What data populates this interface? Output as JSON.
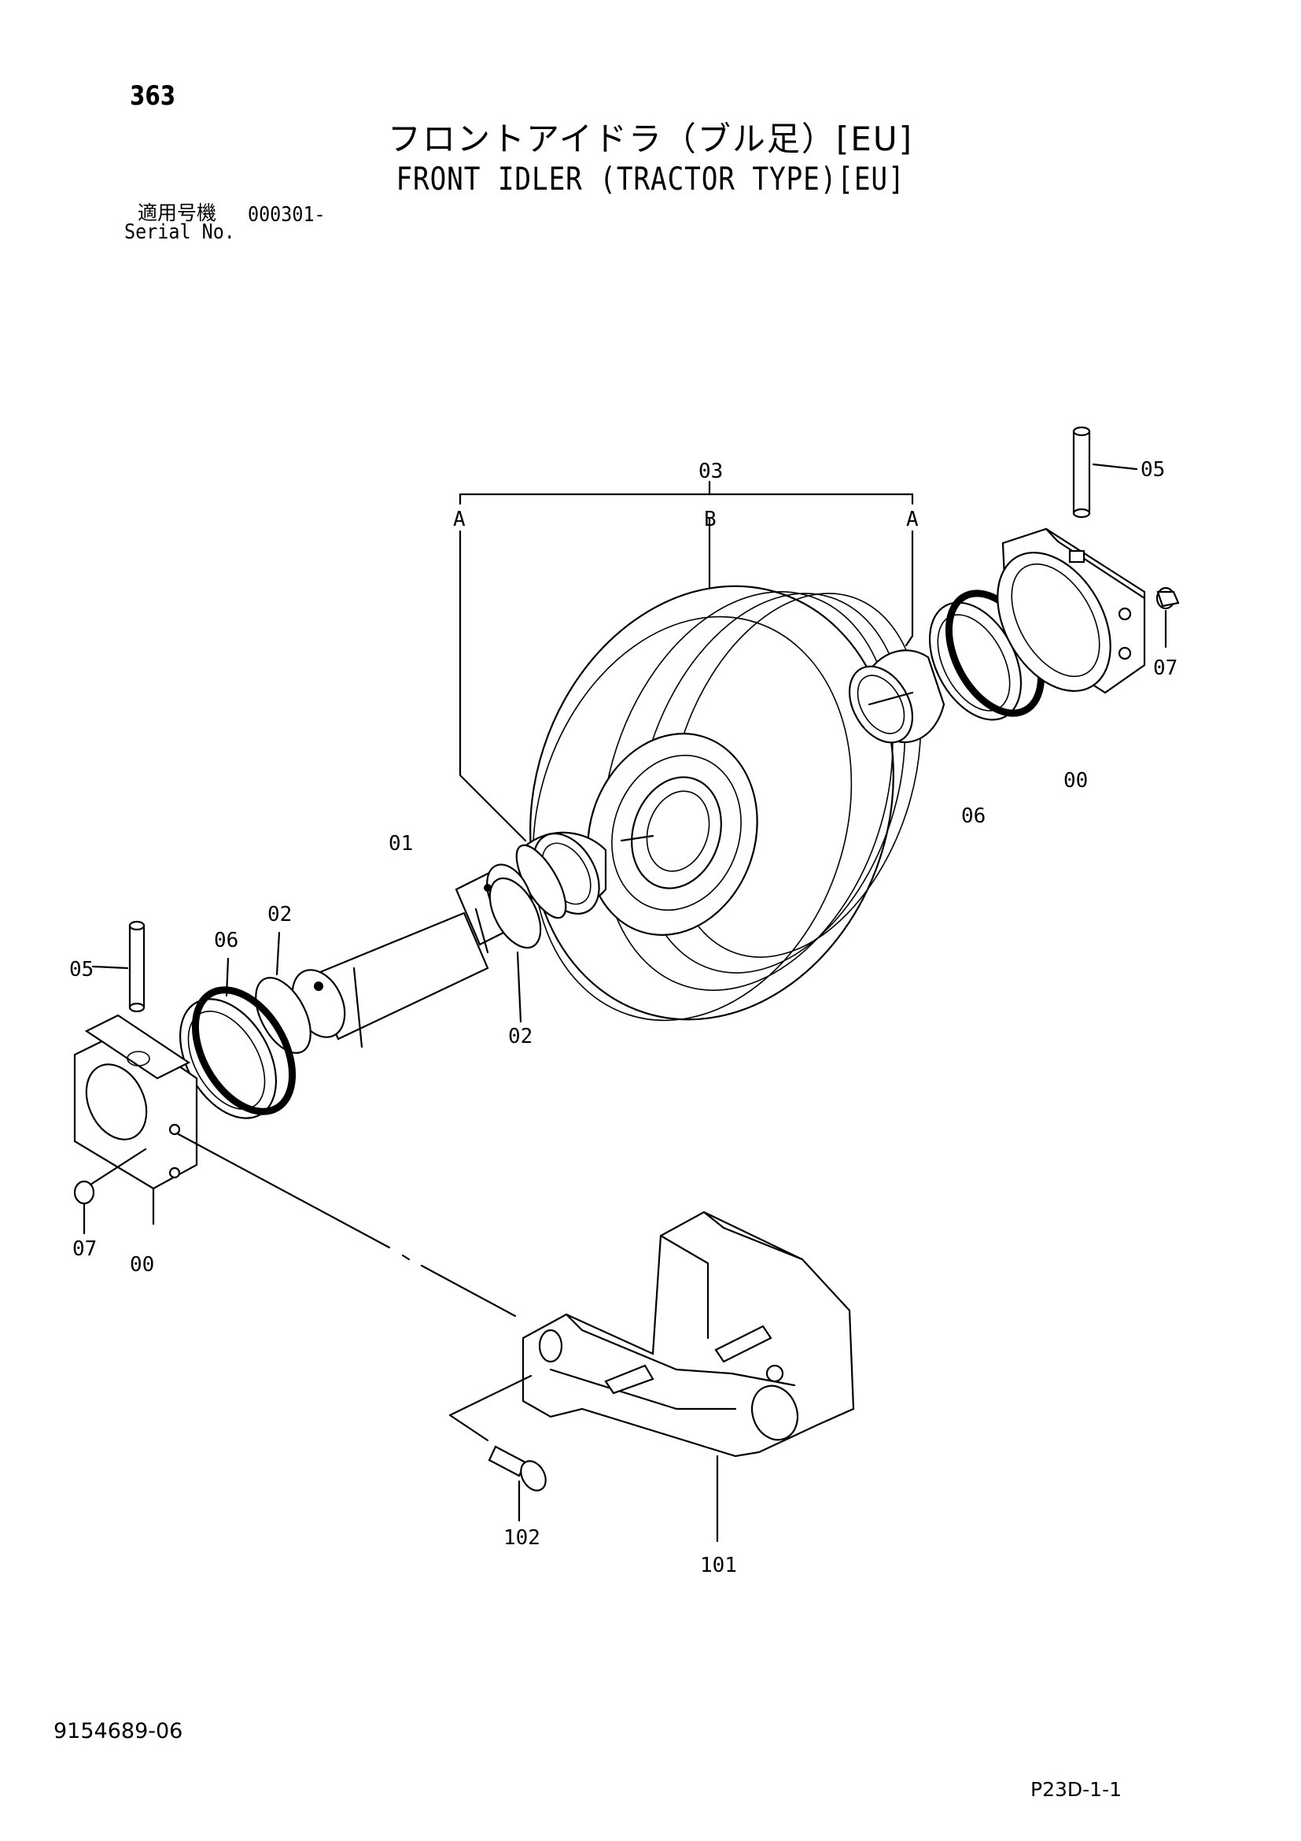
{
  "header": {
    "page_number": "363",
    "title_ja": "フロントアイドラ（ブル足）[EU]",
    "title_en": "FRONT IDLER (TRACTOR TYPE)[EU]",
    "serial_label_ja": "適用号機",
    "serial_value": "000301-",
    "serial_label_en": "Serial No."
  },
  "diagram": {
    "callouts": [
      {
        "id": "03",
        "text": "03"
      },
      {
        "id": "A-left",
        "text": "A"
      },
      {
        "id": "B",
        "text": "B"
      },
      {
        "id": "A-right",
        "text": "A"
      },
      {
        "id": "05-right",
        "text": "05"
      },
      {
        "id": "07-right",
        "text": "07"
      },
      {
        "id": "00-right",
        "text": "00"
      },
      {
        "id": "06-right",
        "text": "06"
      },
      {
        "id": "01",
        "text": "01"
      },
      {
        "id": "02-left",
        "text": "02"
      },
      {
        "id": "06-left",
        "text": "06"
      },
      {
        "id": "05-left",
        "text": "05"
      },
      {
        "id": "02-mid",
        "text": "02"
      },
      {
        "id": "07-left",
        "text": "07"
      },
      {
        "id": "00-left",
        "text": "00"
      },
      {
        "id": "102",
        "text": "102"
      },
      {
        "id": "101",
        "text": "101"
      }
    ]
  },
  "footer": {
    "doc_number": "9154689-06",
    "page_code": "P23D-1-1"
  }
}
